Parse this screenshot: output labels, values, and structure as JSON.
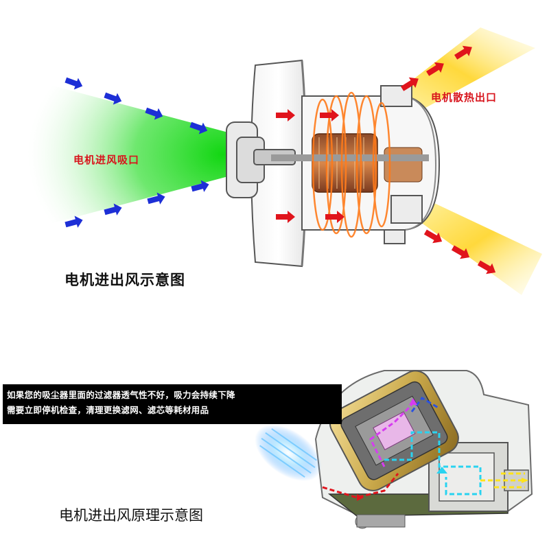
{
  "top_diagram": {
    "inlet_label": "电机进风吸口",
    "outlet_label": "电机散热出口",
    "title": "电机进出风示意图",
    "colors": {
      "intake_glow": "#22dd22",
      "intake_arrow": "#1d2fd6",
      "airflow_arrow": "#e0141c",
      "exhaust_glow": "#ffd21a",
      "coil": "#ff7a1a",
      "label_red": "#d8141c"
    }
  },
  "bottom_diagram": {
    "notice_lines": [
      "如果您的吸尘器里面的过滤器透气性不好，吸力会持续下降",
      "需要立即停机检查，清理更换滤网、滤芯等耗材用品"
    ],
    "title": "电机进出风原理示意图",
    "colors": {
      "notice_bg": "#000000",
      "notice_text": "#ffffff",
      "housing_gold": "#c9a84a",
      "flow_cyan": "#29d3f0",
      "flow_magenta": "#d63cf0",
      "flow_red": "#e0141c",
      "flow_yellow": "#ffe31a",
      "flow_blue": "#2a52e0"
    }
  }
}
